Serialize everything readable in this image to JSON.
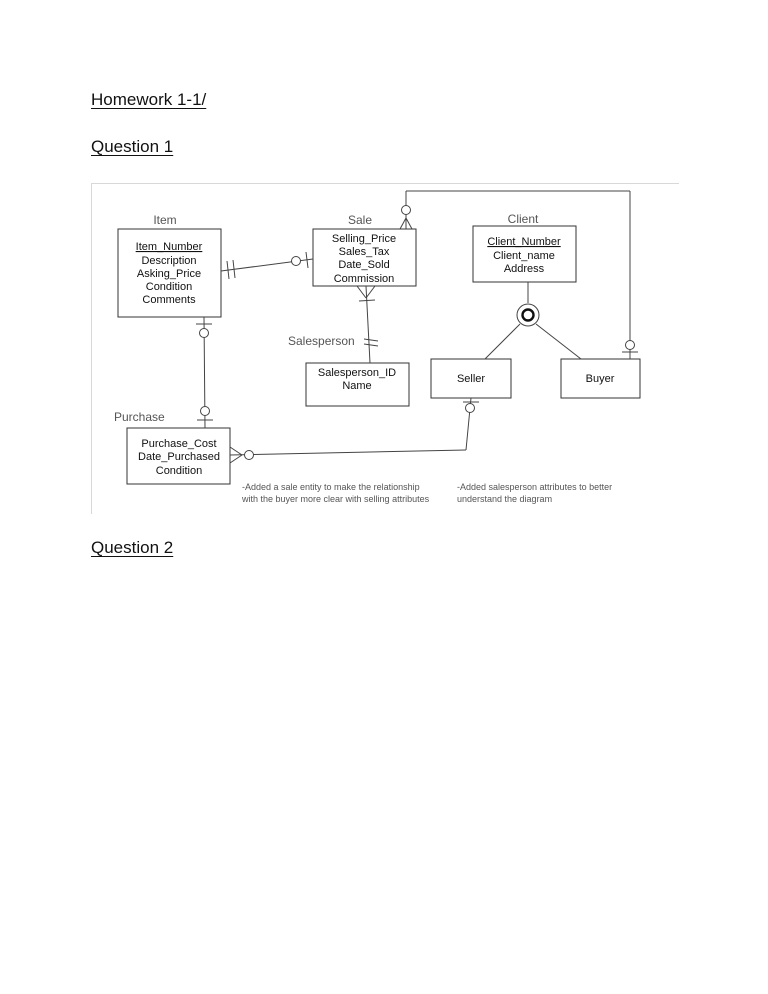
{
  "document": {
    "title": "Homework 1-1/",
    "question1": "Question 1",
    "question2": "Question 2"
  },
  "diagram": {
    "entities": {
      "item": {
        "name": "Item",
        "attributes": [
          "Item_Number",
          "Description",
          "Asking_Price",
          "Condition",
          "Comments"
        ],
        "key": "Item_Number"
      },
      "sale": {
        "name": "Sale",
        "attributes": [
          "Selling_Price",
          "Sales_Tax",
          "Date_Sold",
          "Commission"
        ]
      },
      "client": {
        "name": "Client",
        "attributes": [
          "Client_Number",
          "Client_name",
          "Address"
        ],
        "key": "Client_Number"
      },
      "salesperson": {
        "name": "Salesperson",
        "attributes": [
          "Salesperson_ID",
          "Name"
        ]
      },
      "seller": {
        "name": "Seller"
      },
      "buyer": {
        "name": "Buyer"
      },
      "purchase": {
        "name": "Purchase",
        "attributes": [
          "Purchase_Cost",
          "Date_Purchased",
          "Condition"
        ]
      }
    },
    "notes": {
      "sale_note_line1": "-Added a sale entity to make the relationship",
      "sale_note_line2": "with the buyer more clear with selling attributes",
      "salesperson_note_line1": "-Added salesperson attributes to better",
      "salesperson_note_line2": "understand the diagram"
    },
    "colors": {
      "line": "#444444",
      "border": "#333333",
      "note_text": "#555555"
    }
  }
}
